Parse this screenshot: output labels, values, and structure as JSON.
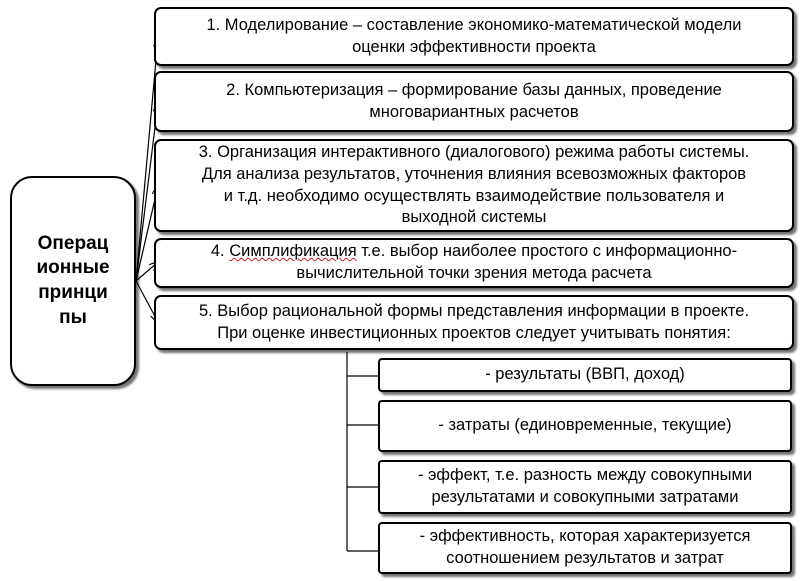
{
  "root": {
    "lines": [
      "Операц",
      "ионные",
      "принци",
      "пы"
    ]
  },
  "principles": [
    {
      "lines": [
        "1. Моделирование – составление экономико-математической модели",
        "оценки эффективности проекта"
      ]
    },
    {
      "lines": [
        "2. Компьютеризация  – формирование  базы данных,  проведение",
        "многовариантных  расчетов"
      ]
    },
    {
      "lines": [
        "3. Организация интерактивного (диалогового) режима работы системы.",
        "Для анализа  результатов, уточнения влияния всевозможных факторов",
        "и т.д. необходимо осуществлять взаимодействие пользователя и",
        "выходной системы"
      ]
    },
    {
      "prefix": "4. ",
      "marked": "Симплификация",
      "lines": [
        " т.е. выбор наиболее простого с информационно-",
        "вычислительной точки зрения метода расчета"
      ]
    },
    {
      "lines": [
        "5. Выбор рациональной формы представления информации в проекте.",
        "При оценке инвестиционных проектов следует учитывать понятия:"
      ]
    }
  ],
  "concepts": [
    {
      "lines": [
        "- результаты (ВВП, доход)"
      ]
    },
    {
      "lines": [
        "- затраты (единовременные, текущие)"
      ]
    },
    {
      "lines": [
        "- эффект, т.е. разность между совокупными",
        "результатами и  совокупными затратами"
      ]
    },
    {
      "lines": [
        "- эффективность, которая характеризуется",
        "соотношением результатов и затрат"
      ]
    }
  ]
}
